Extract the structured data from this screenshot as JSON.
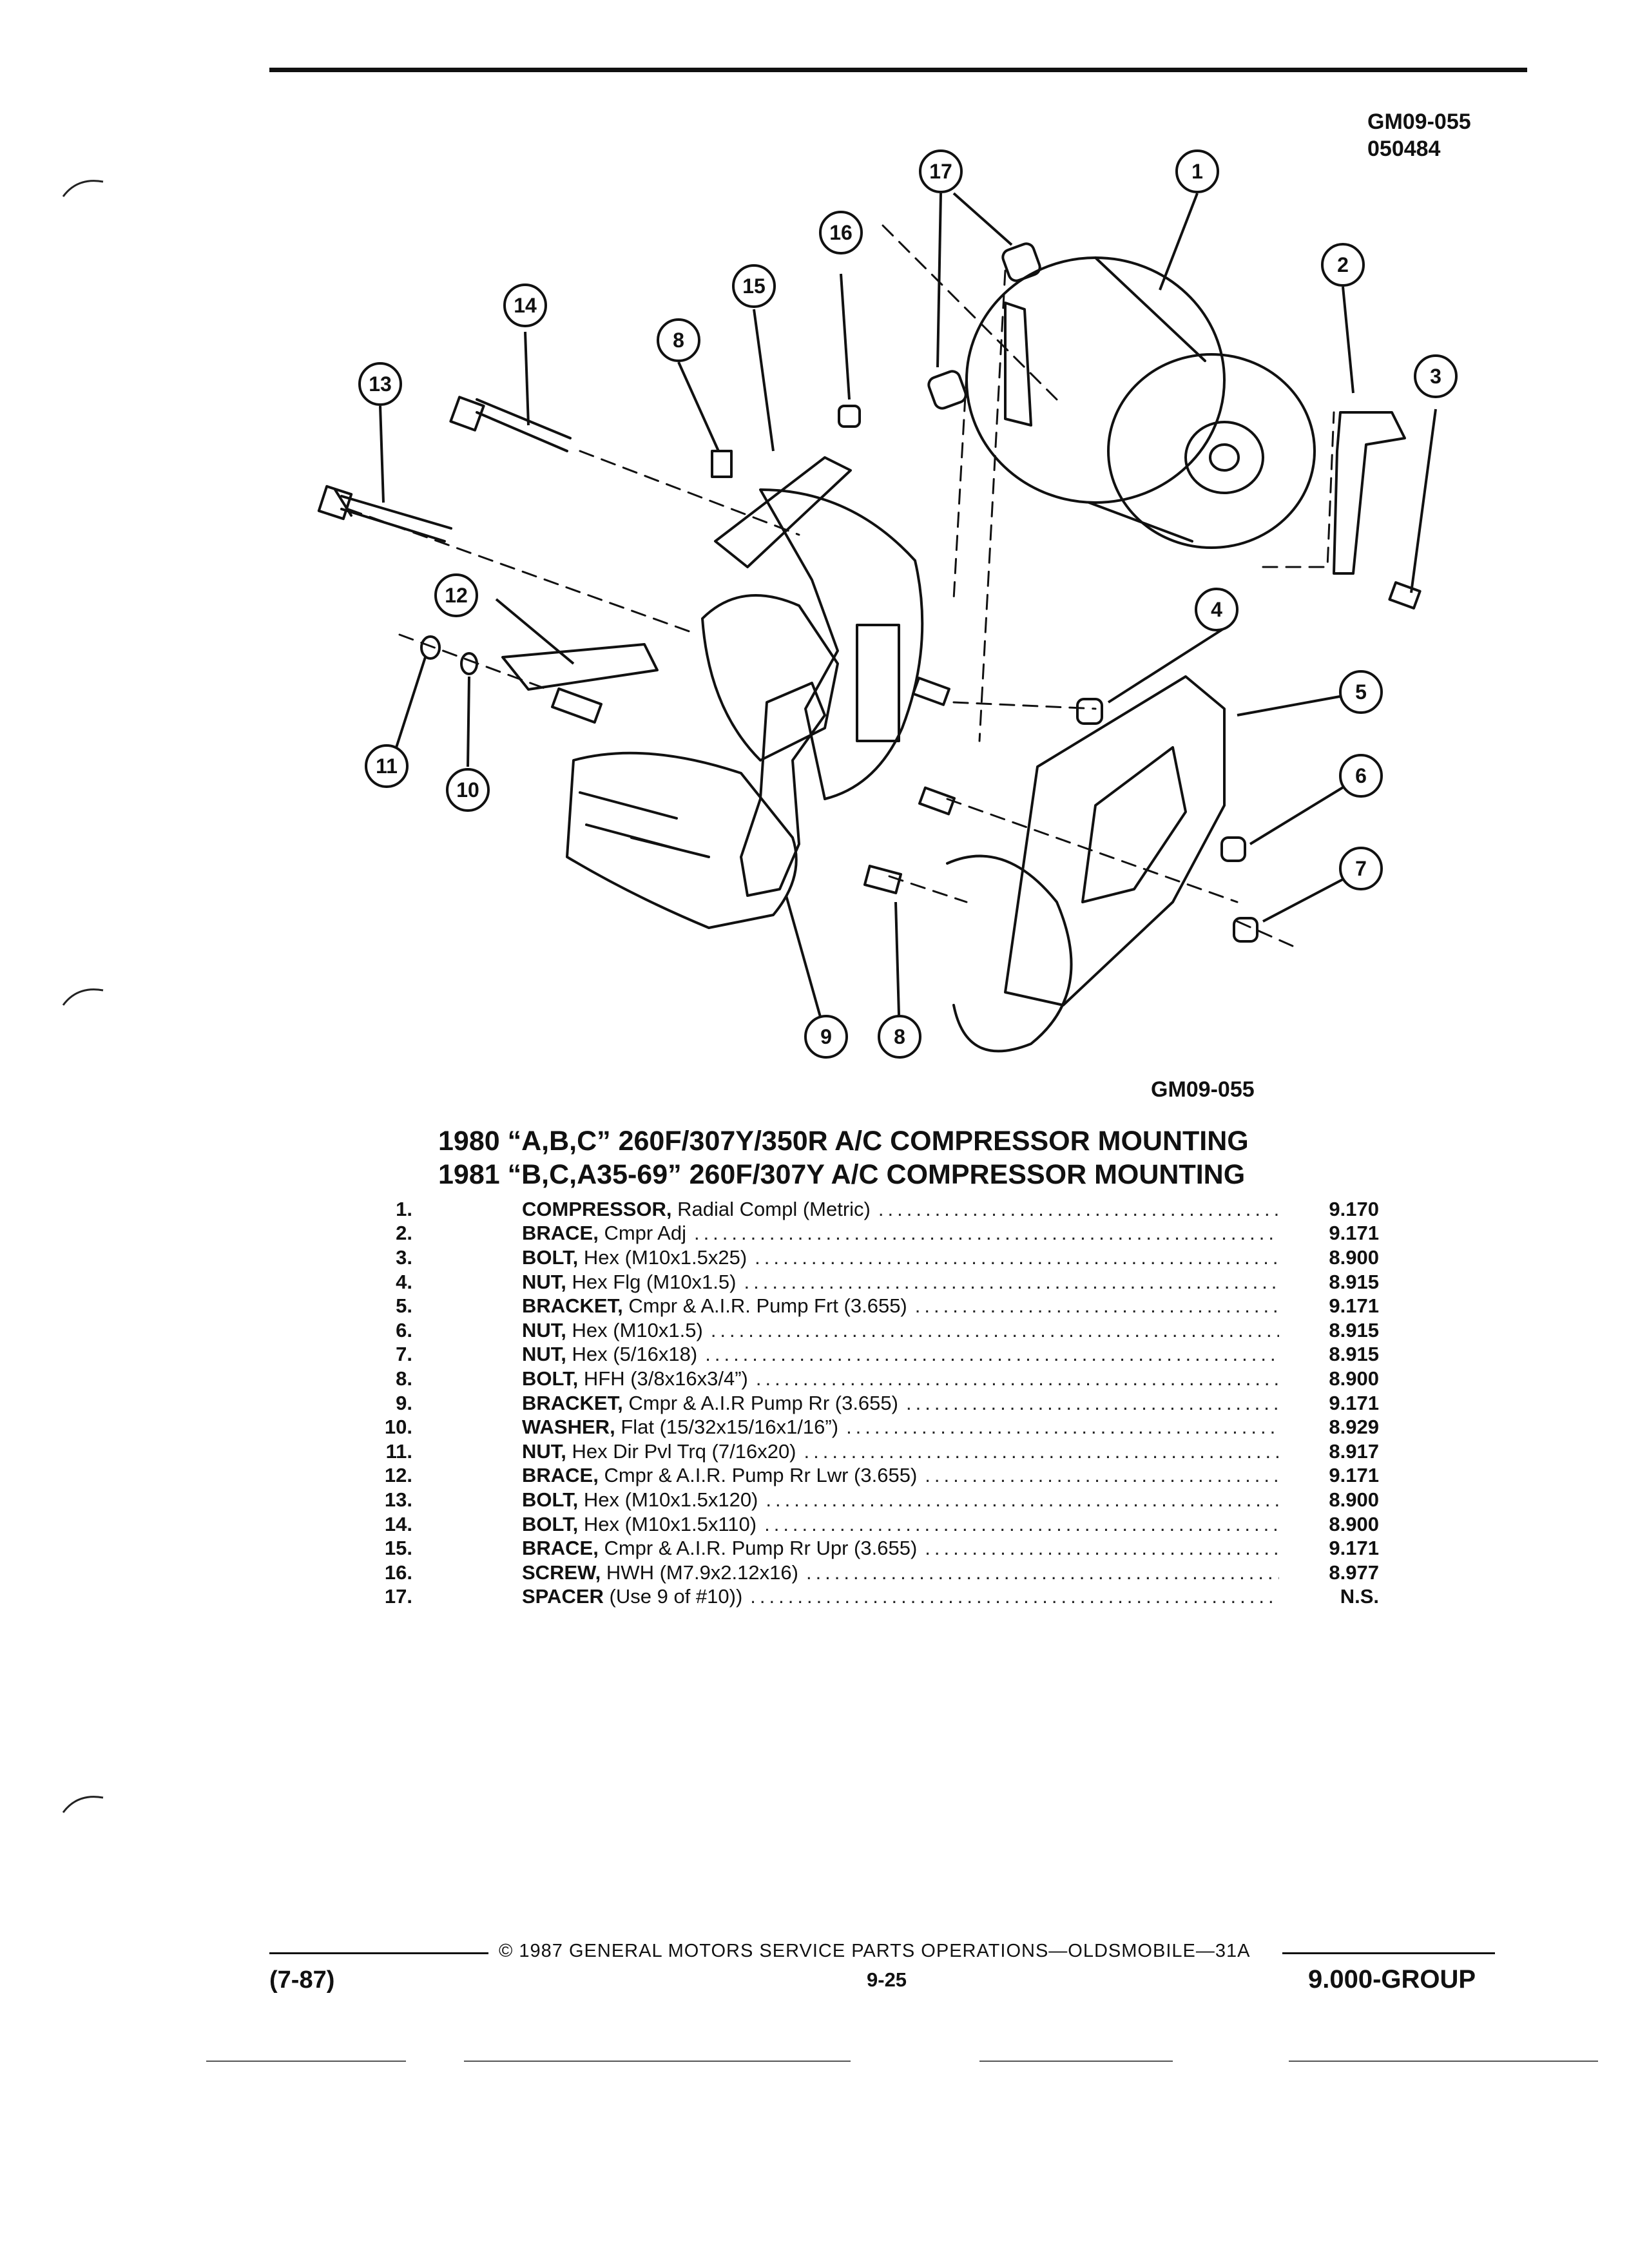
{
  "figure_code": [
    "GM09-055",
    "050484"
  ],
  "figure_caption": "GM09-055",
  "titles": [
    "1980 “A,B,C” 260F/307Y/350R A/C COMPRESSOR MOUNTING",
    "1981 “B,C,A35-69” 260F/307Y A/C COMPRESSOR MOUNTING"
  ],
  "callouts": [
    "1",
    "2",
    "3",
    "4",
    "5",
    "6",
    "7",
    "8",
    "8",
    "9",
    "10",
    "11",
    "12",
    "13",
    "14",
    "15",
    "16",
    "17"
  ],
  "parts": [
    {
      "num": "1.",
      "name": "COMPRESSOR,",
      "spec": "Radial Compl (Metric)",
      "group": "9.170"
    },
    {
      "num": "2.",
      "name": "BRACE,",
      "spec": "Cmpr Adj",
      "group": "9.171"
    },
    {
      "num": "3.",
      "name": "BOLT,",
      "spec": "Hex (M10x1.5x25)",
      "group": "8.900"
    },
    {
      "num": "4.",
      "name": "NUT,",
      "spec": "Hex Flg (M10x1.5)",
      "group": "8.915"
    },
    {
      "num": "5.",
      "name": "BRACKET,",
      "spec": "Cmpr & A.I.R. Pump Frt (3.655)",
      "group": "9.171"
    },
    {
      "num": "6.",
      "name": "NUT,",
      "spec": "Hex (M10x1.5)",
      "group": "8.915"
    },
    {
      "num": "7.",
      "name": "NUT,",
      "spec": "Hex (5/16x18)",
      "group": "8.915"
    },
    {
      "num": "8.",
      "name": "BOLT,",
      "spec": "HFH (3/8x16x3/4”)",
      "group": "8.900"
    },
    {
      "num": "9.",
      "name": "BRACKET,",
      "spec": "Cmpr & A.I.R Pump Rr (3.655)",
      "group": "9.171"
    },
    {
      "num": "10.",
      "name": "WASHER,",
      "spec": "Flat (15/32x15/16x1/16”)",
      "group": "8.929"
    },
    {
      "num": "11.",
      "name": "NUT,",
      "spec": "Hex Dir Pvl Trq (7/16x20)",
      "group": "8.917"
    },
    {
      "num": "12.",
      "name": "BRACE,",
      "spec": "Cmpr & A.I.R. Pump Rr Lwr (3.655)",
      "group": "9.171"
    },
    {
      "num": "13.",
      "name": "BOLT,",
      "spec": "Hex (M10x1.5x120)",
      "group": "8.900"
    },
    {
      "num": "14.",
      "name": "BOLT,",
      "spec": "Hex (M10x1.5x110)",
      "group": "8.900"
    },
    {
      "num": "15.",
      "name": "BRACE,",
      "spec": "Cmpr & A.I.R. Pump Rr Upr (3.655)",
      "group": "9.171"
    },
    {
      "num": "16.",
      "name": "SCREW,",
      "spec": "HWH (M7.9x2.12x16)",
      "group": "8.977"
    },
    {
      "num": "17.",
      "name": "SPACER",
      "spec": "(Use 9 of #10))",
      "group": "N.S."
    }
  ],
  "footer": {
    "copyright": "©  1987  GENERAL MOTORS SERVICE PARTS OPERATIONS—OLDSMOBILE—31A",
    "page": "9-25",
    "date": "(7-87)",
    "group": "9.000-GROUP"
  }
}
